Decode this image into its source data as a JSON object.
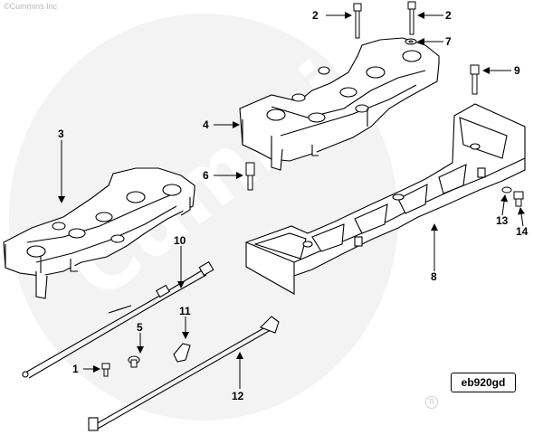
{
  "copyright": "©Cummins Inc",
  "watermark": "Cummins",
  "figure_id": "eb920gd",
  "callouts": {
    "c1": "1",
    "c2a": "2",
    "c2b": "2",
    "c3": "3",
    "c4": "4",
    "c5": "5",
    "c6": "6",
    "c7": "7",
    "c8": "8",
    "c9": "9",
    "c10": "10",
    "c11": "11",
    "c12": "12",
    "c13": "13",
    "c14": "14"
  },
  "colors": {
    "line": "#000000",
    "watermark": "#ececec",
    "fill": "#ffffff"
  }
}
